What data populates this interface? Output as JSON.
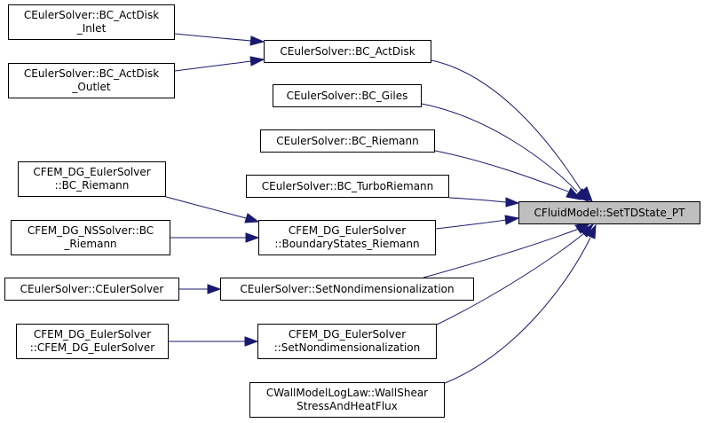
{
  "colors": {
    "edge": "#191970",
    "node_border": "#000000",
    "node_fill": "#ffffff",
    "target_fill": "#bfbfbf"
  },
  "nodes": {
    "target": {
      "lines": [
        "CFluidModel::SetTDState_PT"
      ]
    },
    "bc_actdisk": {
      "lines": [
        "CEulerSolver::BC_ActDisk"
      ]
    },
    "bc_actdisk_inlet": {
      "lines": [
        "CEulerSolver::BC_ActDisk",
        "_Inlet"
      ]
    },
    "bc_actdisk_outlet": {
      "lines": [
        "CEulerSolver::BC_ActDisk",
        "_Outlet"
      ]
    },
    "bc_giles": {
      "lines": [
        "CEulerSolver::BC_Giles"
      ]
    },
    "bc_riemann": {
      "lines": [
        "CEulerSolver::BC_Riemann"
      ]
    },
    "bc_turboriemann": {
      "lines": [
        "CEulerSolver::BC_TurboRiemann"
      ]
    },
    "dg_euler_bc_riemann": {
      "lines": [
        "CFEM_DG_EulerSolver",
        "::BC_Riemann"
      ]
    },
    "dg_ns_bc_riemann": {
      "lines": [
        "CFEM_DG_NSSolver::BC",
        "_Riemann"
      ]
    },
    "dg_boundarystates": {
      "lines": [
        "CFEM_DG_EulerSolver",
        "::BoundaryStates_Riemann"
      ]
    },
    "ceulersolver_ctor": {
      "lines": [
        "CEulerSolver::CEulerSolver"
      ]
    },
    "setnondim": {
      "lines": [
        "CEulerSolver::SetNondimensionalization"
      ]
    },
    "dg_euler_ctor": {
      "lines": [
        "CFEM_DG_EulerSolver",
        "::CFEM_DG_EulerSolver"
      ]
    },
    "dg_setnondim": {
      "lines": [
        "CFEM_DG_EulerSolver",
        "::SetNondimensionalization"
      ]
    },
    "wallmodel": {
      "lines": [
        "CWallModelLogLaw::WallShear",
        "StressAndHeatFlux"
      ]
    }
  },
  "edges": [
    {
      "from": "bc_actdisk_inlet",
      "to": "bc_actdisk"
    },
    {
      "from": "bc_actdisk_outlet",
      "to": "bc_actdisk"
    },
    {
      "from": "bc_actdisk",
      "to": "target"
    },
    {
      "from": "bc_giles",
      "to": "target"
    },
    {
      "from": "bc_riemann",
      "to": "target"
    },
    {
      "from": "bc_turboriemann",
      "to": "target"
    },
    {
      "from": "dg_euler_bc_riemann",
      "to": "dg_boundarystates"
    },
    {
      "from": "dg_ns_bc_riemann",
      "to": "dg_boundarystates"
    },
    {
      "from": "dg_boundarystates",
      "to": "target"
    },
    {
      "from": "ceulersolver_ctor",
      "to": "setnondim"
    },
    {
      "from": "setnondim",
      "to": "target"
    },
    {
      "from": "dg_euler_ctor",
      "to": "dg_setnondim"
    },
    {
      "from": "dg_setnondim",
      "to": "target"
    },
    {
      "from": "wallmodel",
      "to": "target"
    }
  ]
}
